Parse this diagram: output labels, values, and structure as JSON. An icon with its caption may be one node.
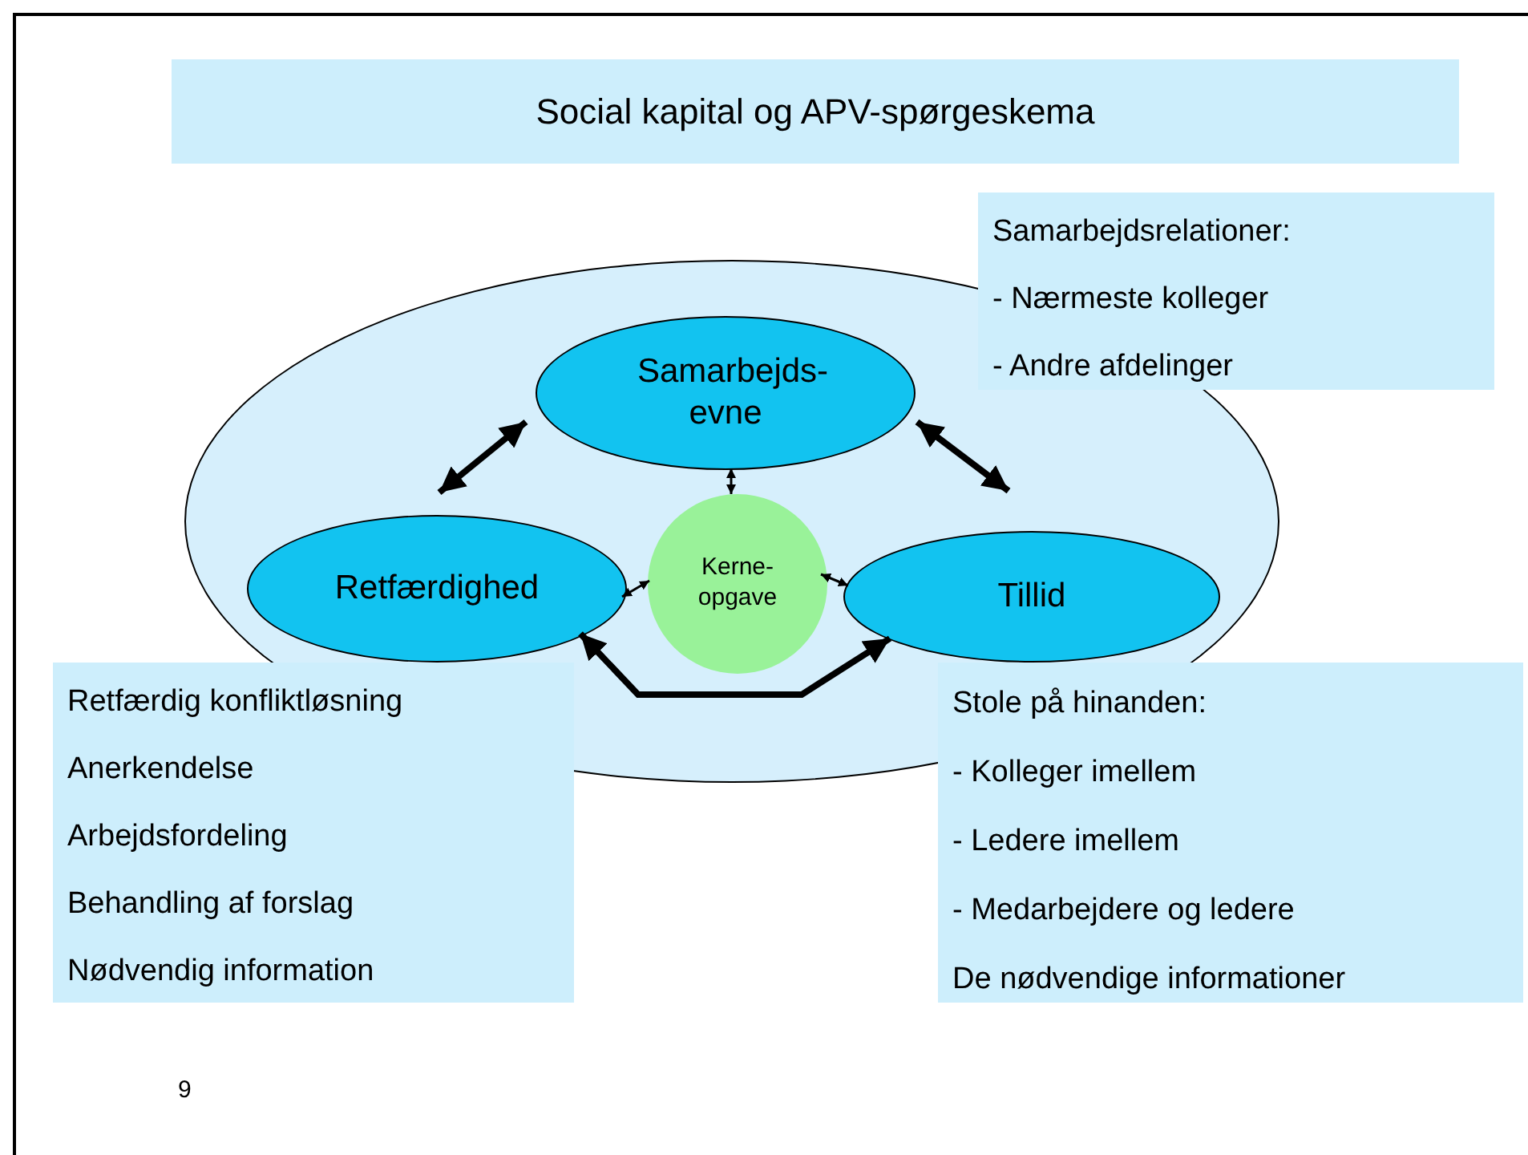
{
  "diagram": {
    "title": "Social kapital og APV-spørgeskema",
    "nodes": [
      {
        "text": [],
        "shape": "ellipse"
      },
      {
        "text": [
          "Samarbejds- evne"
        ],
        "in": 0
      },
      {
        "text": [
          "Retfærdighed"
        ],
        "in": 0
      },
      {
        "text": [
          "Kerne- opgave"
        ],
        "in": 0
      },
      {
        "text": [
          "Tillid"
        ],
        "in": 0
      },
      {
        "text": [
          "Samarbejdsrelationer:",
          "- Nærmeste kolleger",
          "- Andre afdelinger"
        ]
      },
      {
        "text": [
          "Retfærdig konfliktløsning",
          "Anerkendelse",
          "Arbejdsfordeling",
          "Behandling af forslag",
          "Nødvendig information"
        ]
      },
      {
        "text": [
          "Stole på hinanden:",
          "- Kolleger imellem",
          "- Ledere imellem",
          "- Medarbejdere og ledere",
          "De nødvendige informationer"
        ]
      }
    ],
    "edges": [
      {
        "from": 2,
        "to": 1,
        "arrow": "both",
        "style": "thick"
      },
      {
        "from": 1,
        "to": 4,
        "arrow": "both",
        "style": "thick"
      },
      {
        "from": 1,
        "to": 3,
        "arrow": "both"
      },
      {
        "from": 2,
        "to": 3,
        "arrow": "both"
      },
      {
        "from": 3,
        "to": 4,
        "arrow": "both"
      },
      {
        "from": 2,
        "to": 4,
        "arrow": "both",
        "style": "thick"
      }
    ],
    "labels": [
      "9"
    ]
  }
}
